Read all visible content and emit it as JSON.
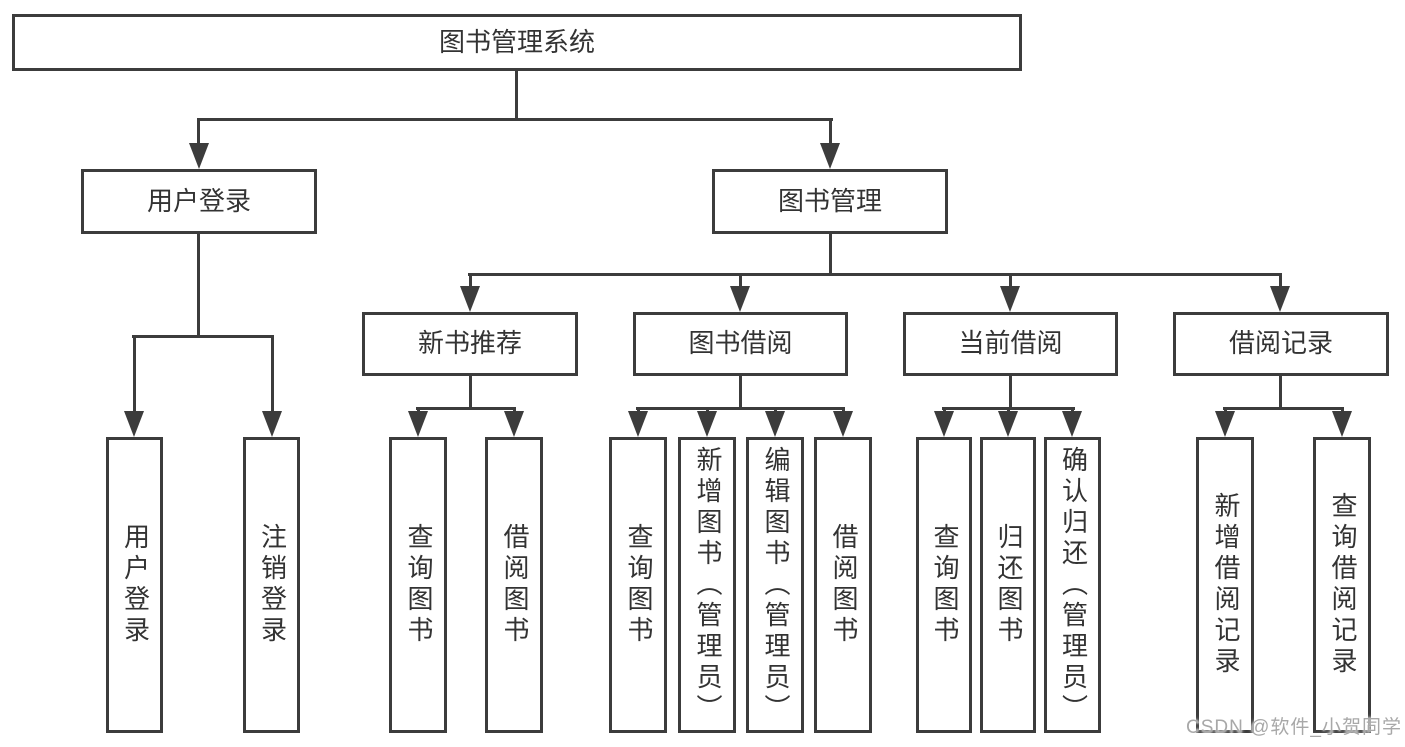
{
  "tree": {
    "label": "图书管理系统",
    "children": [
      {
        "label": "用户登录",
        "children": [
          {
            "label": "用户登录"
          },
          {
            "label": "注销登录"
          }
        ]
      },
      {
        "label": "图书管理",
        "children": [
          {
            "label": "新书推荐",
            "children": [
              {
                "label": "查询图书"
              },
              {
                "label": "借阅图书"
              }
            ]
          },
          {
            "label": "图书借阅",
            "children": [
              {
                "label": "查询图书"
              },
              {
                "label": "新增图书（管理员）"
              },
              {
                "label": "编辑图书（管理员）"
              },
              {
                "label": "借阅图书"
              }
            ]
          },
          {
            "label": "当前借阅",
            "children": [
              {
                "label": "查询图书"
              },
              {
                "label": "归还图书"
              },
              {
                "label": "确认归还（管理员）"
              }
            ]
          },
          {
            "label": "借阅记录",
            "children": [
              {
                "label": "新增借阅记录"
              },
              {
                "label": "查询借阅记录"
              }
            ]
          }
        ]
      }
    ]
  },
  "watermark": {
    "text": "CSDN @软件_小贺同学"
  },
  "colors": {
    "line": "#3c3c3c",
    "text": "#333333",
    "watermark_text": "#a8a8a8",
    "background": "#ffffff"
  }
}
